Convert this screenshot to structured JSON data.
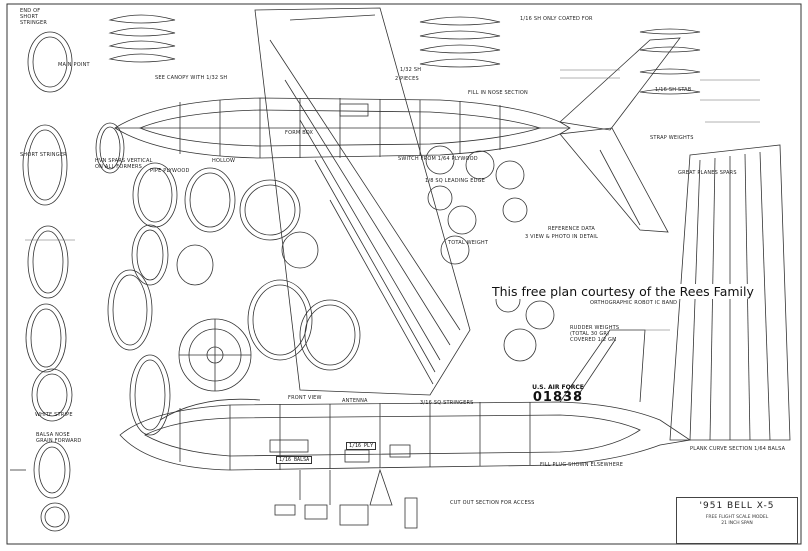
{
  "credit": "This free plan courtesy of the Rees Family",
  "title_block": {
    "title": "'951 BELL X-5",
    "sub": "FREE FLIGHT SCALE MODEL\n21 INCH SPAN"
  },
  "serial": {
    "top": "U.S. AIR FORCE",
    "number": "01838"
  },
  "plates": {
    "p1": "1/16 BALSA",
    "p2": "1/16 PLY"
  },
  "notes": {
    "end_of_short_stringer": "END OF SHORT STRINGER",
    "main_point": "MAIN POINT",
    "short_stringer": "SHORT STRINGER",
    "hvn_spars": "HVN SPARS VERTICAL ON ALL FORMERS",
    "canopy": "SEE CANOPY WITH 1/32 SH",
    "pipe_plywood": "PIPE PLYWOOD",
    "hollow": "HOLLOW",
    "form_box": "FORM BOX",
    "reference_data": "REFERENCE DATA",
    "switch_note": "SWITCH FROM 1/64 PLYWOOD",
    "leading_edge": "1/8 SQ LEADING EDGE",
    "reference_lines": "3 VIEW & PHOTO IN DETAIL",
    "orthographic": "ORTHOGRAPHIC ROBOT IC BAND",
    "rudder_weights": "RUDDER WEIGHTS (TOTAL 30 GR) COVERED 1/2 GM",
    "front_view": "FRONT VIEW",
    "antenna": "ANTENNA",
    "sideview": "3/16 SQ STRINGERS",
    "balsa_nose": "BALSA NOSE GRAIN FORWARD",
    "white_stripe": "WHITE STRIPE",
    "fill_plug": "FILL PLUG SHOWN ELSEWHERE",
    "cut_out": "CUT OUT SECTION FOR ACCESS",
    "plank": "PLANK CURVE SECTION 1/64 BALSA",
    "strap": "STRAP WEIGHTS",
    "great_planes": "GREAT PLANES SPARS",
    "top_note": "1/16 SH ONLY COATED FOR",
    "two_pieces": "2 PIECES",
    "balsa_dash": "1/32 SH",
    "fill_nose": "FILL IN NOSE SECTION",
    "total_weight": "TOTAL WEIGHT",
    "stab": "1/16 SH STAB"
  }
}
